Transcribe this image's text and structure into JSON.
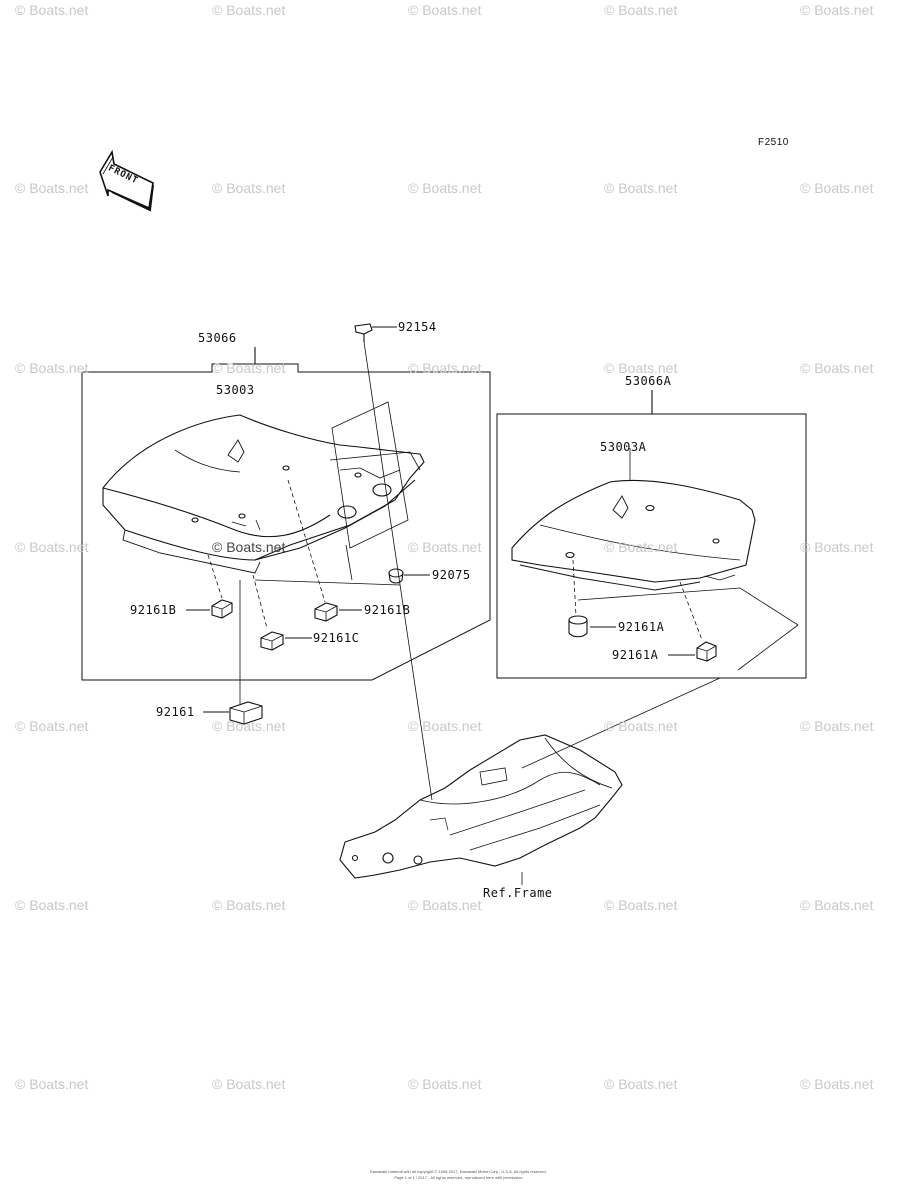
{
  "diagram_code": "F2510",
  "front_arrow_label": "FRONT",
  "watermark_text": "© Boats.net",
  "part_labels": {
    "p53066": "53066",
    "p53003": "53003",
    "p92154": "92154",
    "p53066A": "53066A",
    "p53003A": "53003A",
    "p92075": "92075",
    "p92161B_left": "92161B",
    "p92161B_right": "92161B",
    "p92161C": "92161C",
    "p92161": "92161",
    "p92161A_upper": "92161A",
    "p92161A_lower": "92161A",
    "ref_frame": "Ref.Frame"
  },
  "footer": {
    "line1": "Kawasaki material with all copyright © 1995-2017, Kawasaki Motor Corp., U.S.A. All rights reserved.",
    "line2": "Page 1 of 1 / 2017 - All rights reserved, reproduced here with permission"
  }
}
